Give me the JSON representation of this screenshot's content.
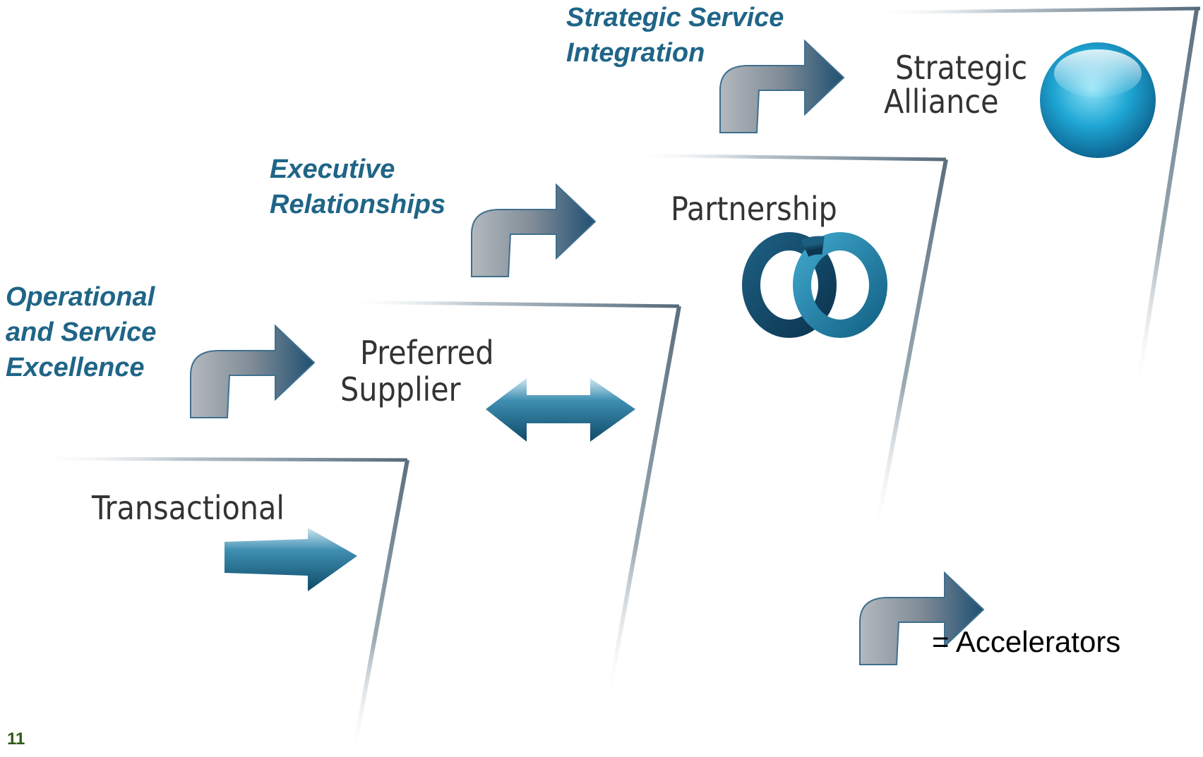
{
  "stages": [
    {
      "id": "transactional",
      "label": "Transactional",
      "icon": "right-arrow-icon"
    },
    {
      "id": "preferred-supplier",
      "label_line1": "Preferred",
      "label_line2": "Supplier",
      "icon": "double-arrow-icon"
    },
    {
      "id": "partnership",
      "label": "Partnership",
      "icon": "interlocked-rings-icon"
    },
    {
      "id": "strategic-alliance",
      "label_line1": "Strategic",
      "label_line2": "Alliance",
      "icon": "sphere-icon"
    }
  ],
  "accelerators": [
    {
      "line1": "Operational",
      "line2": "and Service",
      "line3": "Excellence"
    },
    {
      "line1": "Executive",
      "line2": "Relationships"
    },
    {
      "line1": "Strategic Service",
      "line2": "Integration"
    }
  ],
  "legend": {
    "label": "= Accelerators",
    "icon": "curved-arrow-icon"
  },
  "page_number": "11",
  "colors": {
    "accent": "#1f6587",
    "icon_blue": "#1d6a90",
    "page_number": "#2d5a18"
  }
}
